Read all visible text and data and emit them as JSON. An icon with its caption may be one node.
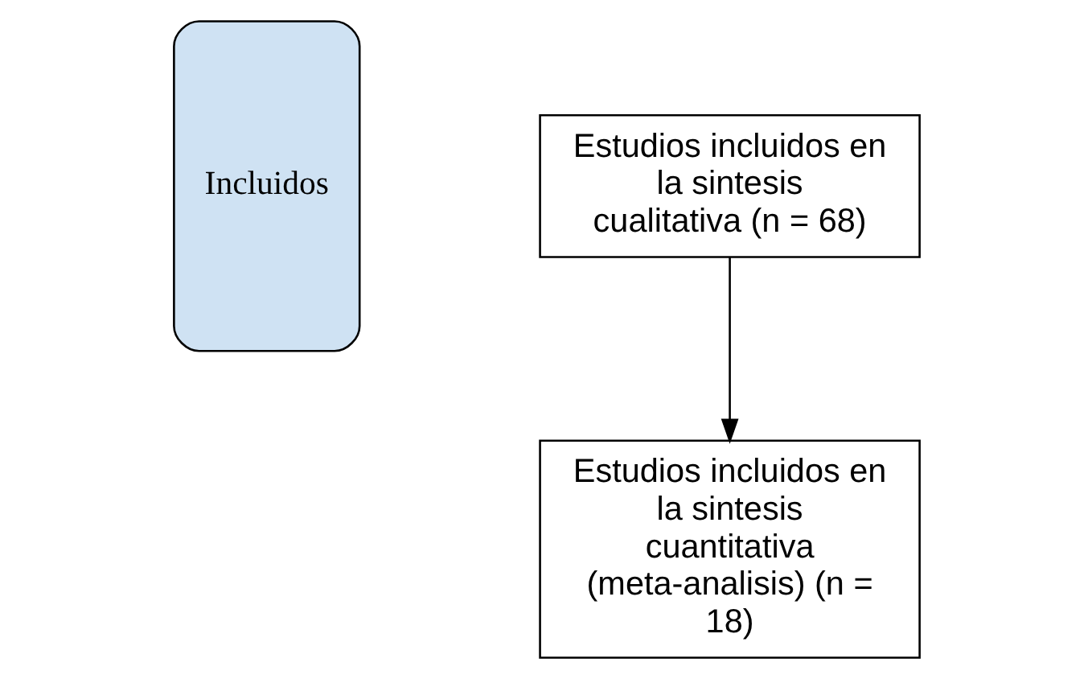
{
  "diagram": {
    "nodes": [
      {
        "text": [
          "Incluidos"
        ]
      },
      {
        "text": [
          "Estudios incluidos en la sintesis cualitativa (n = 68)"
        ]
      },
      {
        "text": [
          "Estudios incluidos en la sintesis cuantitativa (meta-analisis) (n = 18)"
        ]
      }
    ],
    "edges": [
      {
        "from": 1,
        "to": 2,
        "arrow": "to"
      }
    ]
  }
}
